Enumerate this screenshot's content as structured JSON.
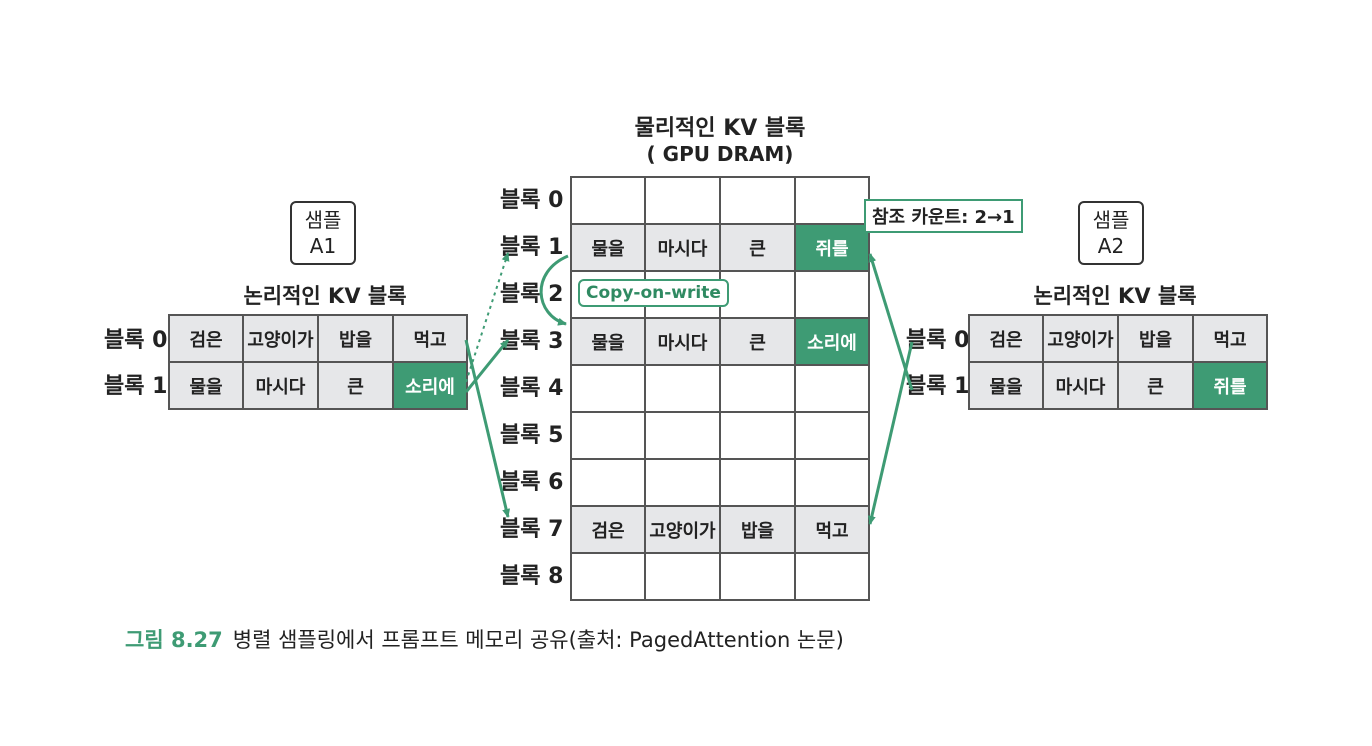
{
  "physical": {
    "title_line1": "물리적인 KV 블록",
    "title_line2": "( GPU DRAM)",
    "rows": [
      {
        "label": "블록 0",
        "cells": [
          "",
          "",
          "",
          ""
        ]
      },
      {
        "label": "블록 1",
        "cells": [
          "물을",
          "마시다",
          "큰",
          "쥐를"
        ]
      },
      {
        "label": "블록 2",
        "cells": [
          "",
          "",
          "",
          ""
        ]
      },
      {
        "label": "블록 3",
        "cells": [
          "물을",
          "마시다",
          "큰",
          "소리에"
        ]
      },
      {
        "label": "블록 4",
        "cells": [
          "",
          "",
          "",
          ""
        ]
      },
      {
        "label": "블록 5",
        "cells": [
          "",
          "",
          "",
          ""
        ]
      },
      {
        "label": "블록 6",
        "cells": [
          "",
          "",
          "",
          ""
        ]
      },
      {
        "label": "블록 7",
        "cells": [
          "검은",
          "고양이가",
          "밥을",
          "먹고"
        ]
      },
      {
        "label": "블록 8",
        "cells": [
          "",
          "",
          "",
          ""
        ]
      }
    ],
    "ref_count": "참조 카운트: 2→1",
    "copy_on_write": "Copy-on-write"
  },
  "sample_a1": {
    "name_line1": "샘플",
    "name_line2": "A1",
    "logical_title": "논리적인 KV 블록",
    "rows": [
      {
        "label": "블록 0",
        "cells": [
          "검은",
          "고양이가",
          "밥을",
          "먹고"
        ]
      },
      {
        "label": "블록 1",
        "cells": [
          "물을",
          "마시다",
          "큰",
          "소리에"
        ]
      }
    ]
  },
  "sample_a2": {
    "name_line1": "샘플",
    "name_line2": "A2",
    "logical_title": "논리적인 KV 블록",
    "rows": [
      {
        "label": "블록 0",
        "cells": [
          "검은",
          "고양이가",
          "밥을",
          "먹고"
        ]
      },
      {
        "label": "블록 1",
        "cells": [
          "물을",
          "마시다",
          "큰",
          "쥐를"
        ]
      }
    ]
  },
  "caption": {
    "figure": "그림 8.27",
    "text": "병렬 샘플링에서 프롬프트 메모리 공유(출처: PagedAttention 논문)"
  },
  "colors": {
    "accent": "#3e9b74",
    "cell_fill": "#e6e7e9"
  }
}
